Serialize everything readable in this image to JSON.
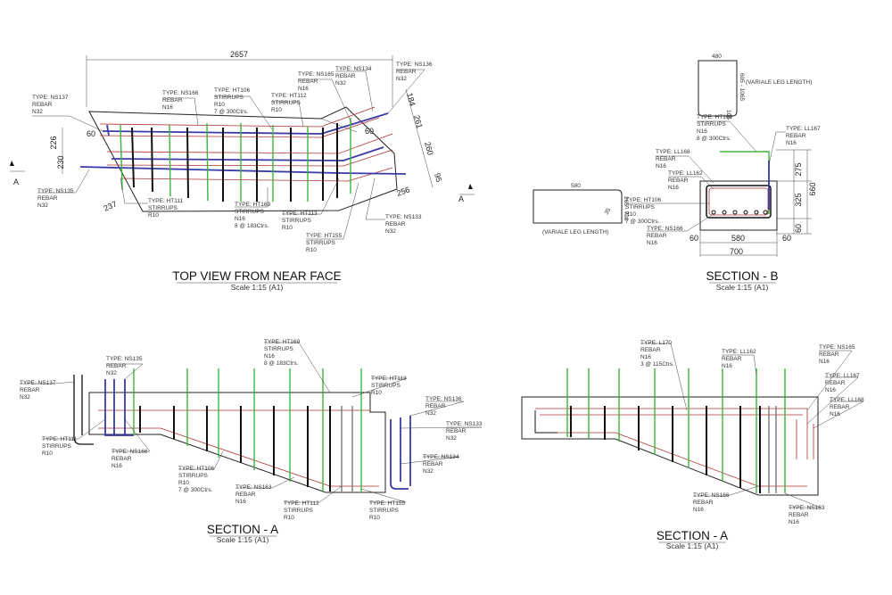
{
  "top_view": {
    "title": "TOP VIEW FROM NEAR FACE",
    "scale": "Scale 1:15 (A1)",
    "section_mark": "A",
    "dims": {
      "overall": "2657",
      "left_a": "226",
      "left_b": "230",
      "left_60": "60",
      "bottom_237": "237",
      "right_184": "184",
      "right_261": "261",
      "right_260": "260",
      "right_95": "95",
      "right_256": "256",
      "right_60": "60"
    },
    "labels": [
      {
        "lines": [
          "TYPE: NS137",
          "REBAR",
          "N32"
        ]
      },
      {
        "lines": [
          "TYPE: NS166",
          "REBAR",
          "N16"
        ]
      },
      {
        "lines": [
          "TYPE: HT106",
          "STIRRUPS",
          "R10",
          "7 @ 300Ctrs."
        ]
      },
      {
        "lines": [
          "TYPE: HT112",
          "STIRRUPS",
          "R10"
        ]
      },
      {
        "lines": [
          "TYPE: NS165",
          "REBAR",
          "N16"
        ]
      },
      {
        "lines": [
          "TYPE: NS134",
          "REBAR",
          "N32"
        ]
      },
      {
        "lines": [
          "TYPE: NS136",
          "REBAR",
          "N32"
        ]
      },
      {
        "lines": [
          "TYPE: NS135",
          "REBAR",
          "N32"
        ]
      },
      {
        "lines": [
          "TYPE: HT111",
          "STIRRUPS",
          "R10"
        ]
      },
      {
        "lines": [
          "TYPE: HT169",
          "STIRRUPS",
          "N16",
          "8 @ 183Ctrs."
        ]
      },
      {
        "lines": [
          "TYPE: HT113",
          "STIRRUPS",
          "R10"
        ]
      },
      {
        "lines": [
          "TYPE: HT155",
          "STIRRUPS",
          "R10"
        ]
      },
      {
        "lines": [
          "TYPE: NS133",
          "REBAR",
          "N32"
        ]
      }
    ]
  },
  "section_b": {
    "title": "SECTION - B",
    "scale": "Scale 1:15 (A1)",
    "detail_top": {
      "dim": "480",
      "side": "605 - 1065",
      "corner": "105",
      "note": "(VARIALE LEG LENGTH)"
    },
    "detail_left": {
      "dim": "580",
      "side": "265 - 730",
      "corner": "35",
      "note": "(VARIALE LEG LENGTH)"
    },
    "dims": {
      "h275": "275",
      "h325": "325",
      "h60": "60",
      "h660": "660",
      "w60a": "60",
      "w580": "580",
      "w60b": "60",
      "w700": "700"
    },
    "labels": [
      {
        "lines": [
          "TYPE: HT169",
          "STIRRUPS",
          "N16",
          "8 @ 300Ctrs."
        ]
      },
      {
        "lines": [
          "TYPE: LL167",
          "REBAR",
          "N16"
        ]
      },
      {
        "lines": [
          "TYPE: LL168",
          "REBAR",
          "N16"
        ]
      },
      {
        "lines": [
          "TYPE: LL162",
          "REBAR",
          "N16"
        ]
      },
      {
        "lines": [
          "TYPE: HT106",
          "STIRRUPS",
          "R10",
          "7 @ 300Ctrs."
        ]
      },
      {
        "lines": [
          "TYPE: NS166",
          "REBAR",
          "N16"
        ]
      }
    ]
  },
  "section_a1": {
    "title": "SECTION - A",
    "scale": "Scale 1:15 (A1)",
    "labels": [
      {
        "lines": [
          "TYPE: NS137",
          "REBAR",
          "N32"
        ]
      },
      {
        "lines": [
          "TYPE: NS135",
          "REBAR",
          "N32"
        ]
      },
      {
        "lines": [
          "TYPE: HT169",
          "STIRRUPS",
          "N16",
          "8 @ 183Ctrs."
        ]
      },
      {
        "lines": [
          "TYPE: HT113",
          "STIRRUPS",
          "R10"
        ]
      },
      {
        "lines": [
          "TYPE: NS136",
          "REBAR",
          "N32"
        ]
      },
      {
        "lines": [
          "TYPE: NS133",
          "REBAR",
          "N32"
        ]
      },
      {
        "lines": [
          "TYPE: HT111",
          "STIRRUPS",
          "R10"
        ]
      },
      {
        "lines": [
          "TYPE: NS166",
          "REBAR",
          "N16"
        ]
      },
      {
        "lines": [
          "TYPE: HT106",
          "STIRRUPS",
          "R10",
          "7 @ 300Ctrs."
        ]
      },
      {
        "lines": [
          "TYPE: NS134",
          "REBAR",
          "N32"
        ]
      },
      {
        "lines": [
          "TYPE: NS163",
          "REBAR",
          "N16"
        ]
      },
      {
        "lines": [
          "TYPE: HT112",
          "STIRRUPS",
          "R10"
        ]
      },
      {
        "lines": [
          "TYPE: HT155",
          "STIRRUPS",
          "R10"
        ]
      }
    ]
  },
  "section_a2": {
    "title": "SECTION - A",
    "scale": "Scale 1:15 (A1)",
    "labels": [
      {
        "lines": [
          "TYPE: L170",
          "REBAR",
          "N16",
          "3 @ 115Ctrs."
        ]
      },
      {
        "lines": [
          "TYPE: LL162",
          "REBAR",
          "N16"
        ]
      },
      {
        "lines": [
          "TYPE: NS165",
          "REBAR",
          "N16"
        ]
      },
      {
        "lines": [
          "TYPE: LL167",
          "REBAR",
          "N16"
        ]
      },
      {
        "lines": [
          "TYPE: LL168",
          "REBAR",
          "N16"
        ]
      },
      {
        "lines": [
          "TYPE: NS166",
          "REBAR",
          "N16"
        ]
      },
      {
        "lines": [
          "TYPE: NS163",
          "REBAR",
          "N16"
        ]
      }
    ]
  }
}
